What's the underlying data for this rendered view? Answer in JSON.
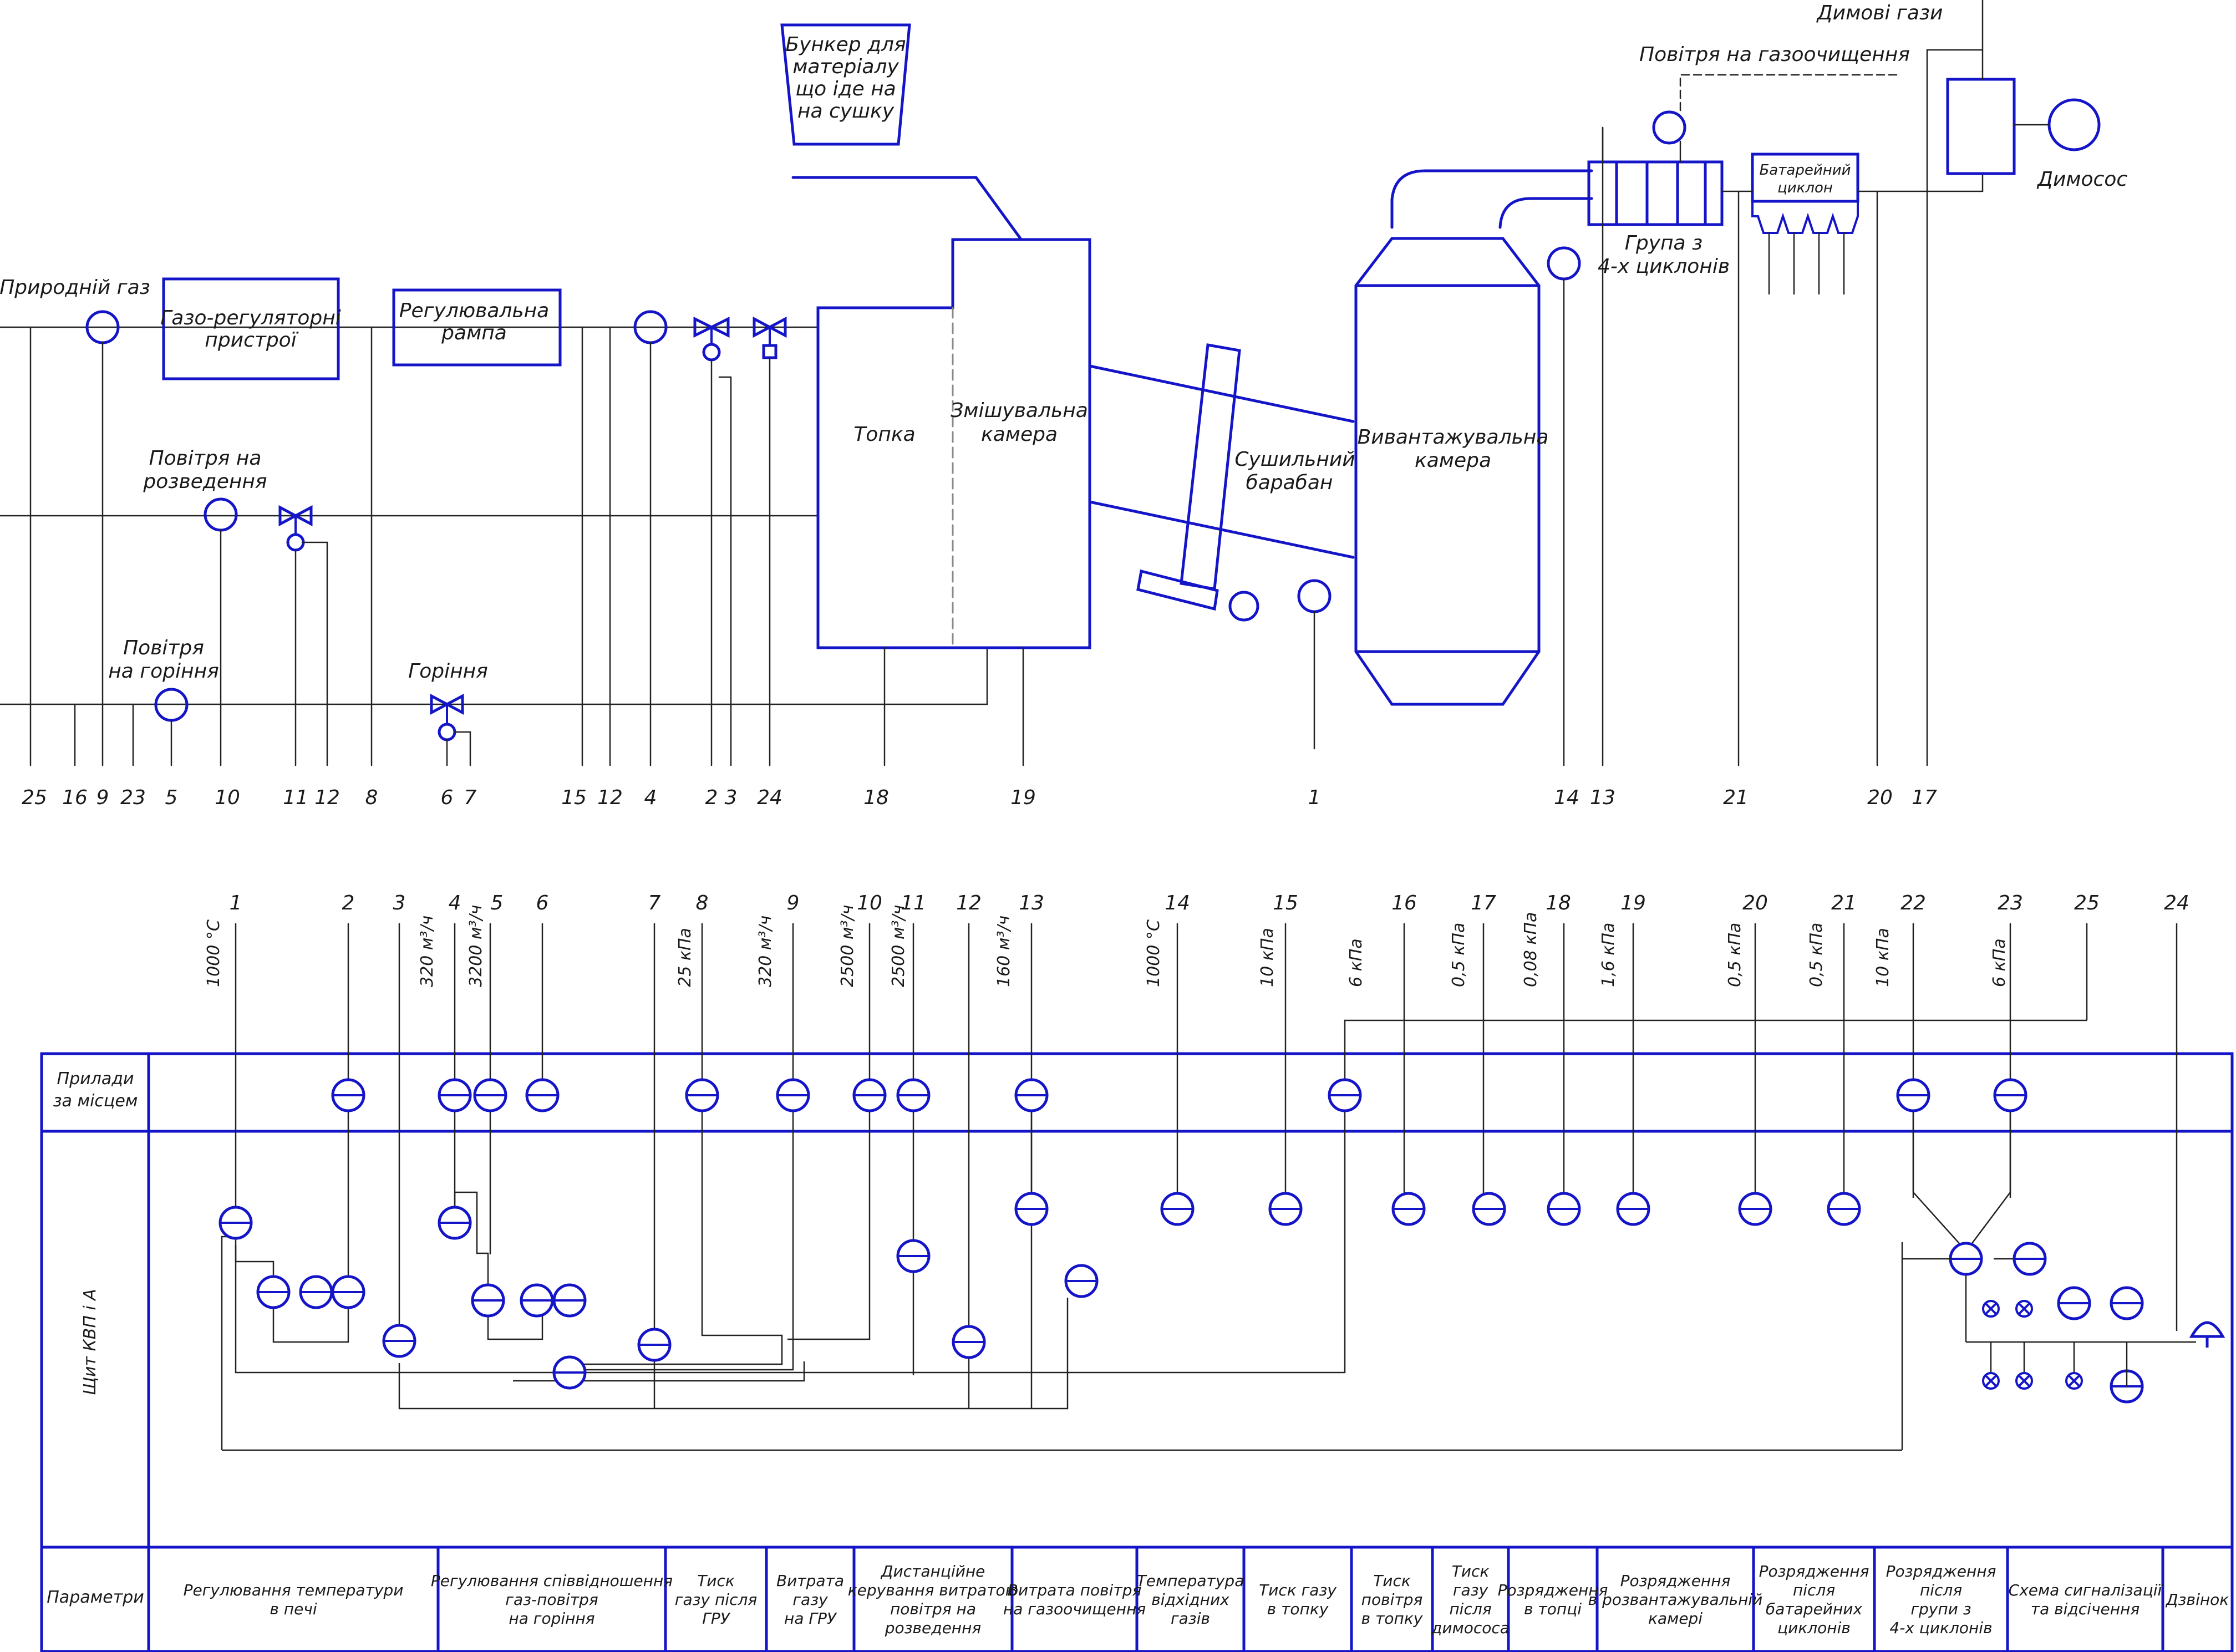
{
  "top": {
    "bunker": [
      "Бункер для",
      "матеріалу",
      "що іде на",
      "на сушку"
    ],
    "natural_gas": "Природній газ",
    "gru": [
      "Газо-регуляторні",
      "пристрої"
    ],
    "ramp": [
      "Регулювальна",
      "рампа"
    ],
    "air_dilution": [
      "Повітря на",
      "розведення"
    ],
    "air_combustion": [
      "Повітря",
      "на горіння"
    ],
    "combustion": "Горіння",
    "furnace": "Топка",
    "mixing": [
      "Змішувальна",
      "камера"
    ],
    "drum": [
      "Сушильний",
      "барабан"
    ],
    "unloading": [
      "Вивантажувальна",
      "камера"
    ],
    "flue_gases": "Димові гази",
    "air_cleaning": "Повітря на газоочищення",
    "group4": [
      "Група з",
      "4-х циклонів"
    ],
    "battery": [
      "Батарейний",
      "циклон"
    ],
    "smoke_exhauster": "Димосос",
    "bottom_numbers": [
      "25",
      "16",
      "9",
      "23",
      "5",
      "10",
      "11",
      "12",
      "8",
      "6",
      "7",
      "15",
      "12",
      "4",
      "2",
      "3",
      "24",
      "18",
      "19",
      "1",
      "14",
      "13",
      "21",
      "20",
      "17"
    ]
  },
  "middle": {
    "column_numbers": [
      "1",
      "2",
      "3",
      "4",
      "5",
      "6",
      "7",
      "8",
      "9",
      "10",
      "11",
      "12",
      "13",
      "14",
      "15",
      "16",
      "17",
      "18",
      "19",
      "20",
      "21",
      "22",
      "23",
      "25",
      "24"
    ],
    "values": [
      "1000 °C",
      "320 м³/ч",
      "3200 м³/ч",
      "25 кПа",
      "320 м³/ч",
      "2500 м³/ч",
      "2500 м³/ч",
      "160 м³/ч",
      "1000 °C",
      "10 кПа",
      "6 кПа",
      "0,5 кПа",
      "0,08 кПа",
      "1,6 кПа",
      "0,5 кПа",
      "0,5 кПа",
      "10 кПа",
      "6 кПа"
    ]
  },
  "panel": {
    "row_local": [
      "Прилади",
      "за місцем"
    ],
    "row_board": "Щит КВП і А",
    "row_params": "Параметри",
    "params": [
      [
        "Регулювання температури",
        "в печі"
      ],
      [
        "Регулювання співвідношення",
        "газ-повітря",
        "на горіння"
      ],
      [
        "Тиск",
        "газу після",
        "ГРУ"
      ],
      [
        "Витрата",
        "газу",
        "на ГРУ"
      ],
      [
        "Дистанційне",
        "керування витратою",
        "повітря на",
        "розведення"
      ],
      [
        "Витрата повітря",
        "на газоочищення"
      ],
      [
        "Температура",
        "відхідних",
        "газів"
      ],
      [
        "Тиск газу",
        "в топку"
      ],
      [
        "Тиск",
        "повітря",
        "в топку"
      ],
      [
        "Тиск",
        "газу",
        "після",
        "димососа"
      ],
      [
        "Розрядження",
        "в топці"
      ],
      [
        "Розрядження",
        "в розвантажувальній",
        "камері"
      ],
      [
        "Розрядження",
        "після",
        "батарейних",
        "циклонів"
      ],
      [
        "Розрядження",
        "після",
        "групи з",
        "4-х циклонів"
      ],
      [
        "Схема сигналізації",
        "та відсічення"
      ],
      [
        "Дзвінок"
      ]
    ]
  }
}
